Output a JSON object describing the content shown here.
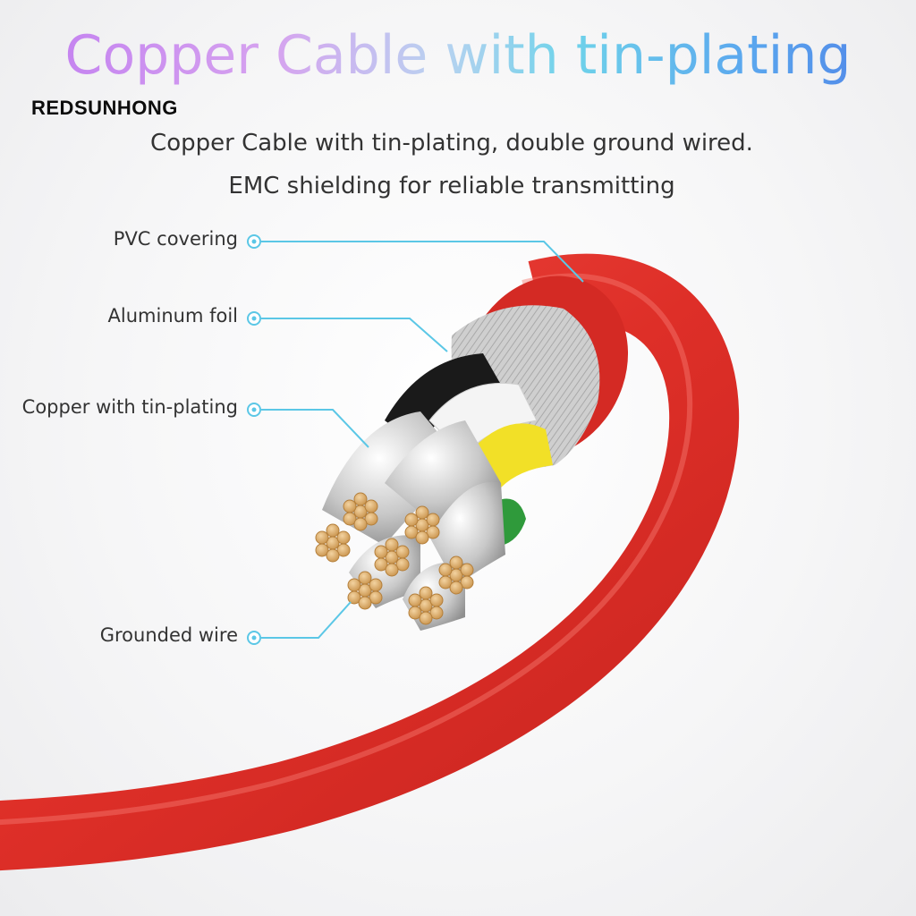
{
  "headline": "Copper Cable with tin-plating",
  "brand": "REDSUNHONG",
  "subtitle_line1": "Copper Cable with tin-plating, double ground wired.",
  "subtitle_line2": "EMC shielding for reliable transmitting",
  "callouts": [
    {
      "label": "PVC covering"
    },
    {
      "label": "Aluminum foil"
    },
    {
      "label": "Copper with tin-plating"
    },
    {
      "label": "Grounded wire"
    }
  ],
  "colors": {
    "cable_red": "#e0332c",
    "leader_line": "#5bc7e6",
    "strand_gold": "#d9ab6c",
    "foil_silver": "#c9c9c9"
  }
}
